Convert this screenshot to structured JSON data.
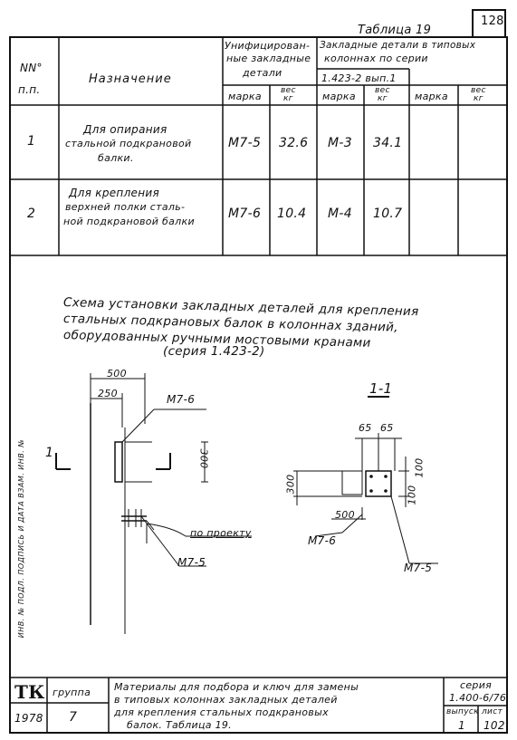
{
  "sheet_number": "128",
  "table_title": "Таблица 19",
  "table": {
    "col_num": "NN° п.п.",
    "col_num_a": "NN°",
    "col_num_b": "п.п.",
    "col_purpose": "Назначение",
    "group_unified": "Унифицирован-ные закладные детали",
    "group_unified_l1": "Унифицирован-",
    "group_unified_l2": "ные закладные",
    "group_unified_l3": "детали",
    "group_typical": "Закладные детали в типовых колоннах по серии",
    "group_typical_l1": "Закладные детали в типовых",
    "group_typical_l2": "колоннах по серии",
    "series_cell": "1.423-2 вып.1",
    "col_mark": "марка",
    "col_weight": "вес кг",
    "col_weight_a": "вес",
    "col_weight_b": "кг",
    "rows": [
      {
        "n": "1",
        "purpose_l1": "Для опирания",
        "purpose_l2": "стальной подкрановой",
        "purpose_l3": "балки.",
        "mark1": "М7-5",
        "w1": "32.6",
        "mark2": "М-3",
        "w2": "34.1"
      },
      {
        "n": "2",
        "purpose_l1": "Для крепления",
        "purpose_l2": "верхней полки сталь-",
        "purpose_l3": "ной подкрановой балки",
        "mark1": "М7-6",
        "w1": "10.4",
        "mark2": "М-4",
        "w2": "10.7"
      }
    ]
  },
  "scheme_title": {
    "l1": "Схема установки закладных деталей для крепления",
    "l2": "стальных подкрановых балок в колоннах зданий,",
    "l3": "оборудованных ручными мостовыми кранами",
    "l4": "(серия 1.423-2)"
  },
  "drawing": {
    "dim_500": "500",
    "dim_250": "250",
    "dim_300": "300",
    "dim_65a": "65",
    "dim_65b": "65",
    "dim_100a": "100",
    "dim_100b": "100",
    "label_m76": "М7-6",
    "label_m75": "М7-5",
    "label_project": "по проекту",
    "section_mark": "1",
    "section_title": "1-1"
  },
  "side_text": "ИНВ. № ПОДЛ.  ПОДПИСЬ И ДАТА  ВЗАМ. ИНВ. №",
  "stamp": {
    "logo": "ТК",
    "group_label": "группа",
    "year": "1978",
    "group_value": "7",
    "desc_l1": "Материалы для подбора и ключ для замены",
    "desc_l2": "в типовых колоннах закладных деталей",
    "desc_l3": "для крепления стальных подкрановых",
    "desc_l4": "балок. Таблица 19.",
    "series_label": "серия",
    "series_value": "1.400-6/76",
    "issue_label": "выпуск",
    "issue_value": "1",
    "sheet_label": "лист",
    "sheet_value": "102"
  }
}
